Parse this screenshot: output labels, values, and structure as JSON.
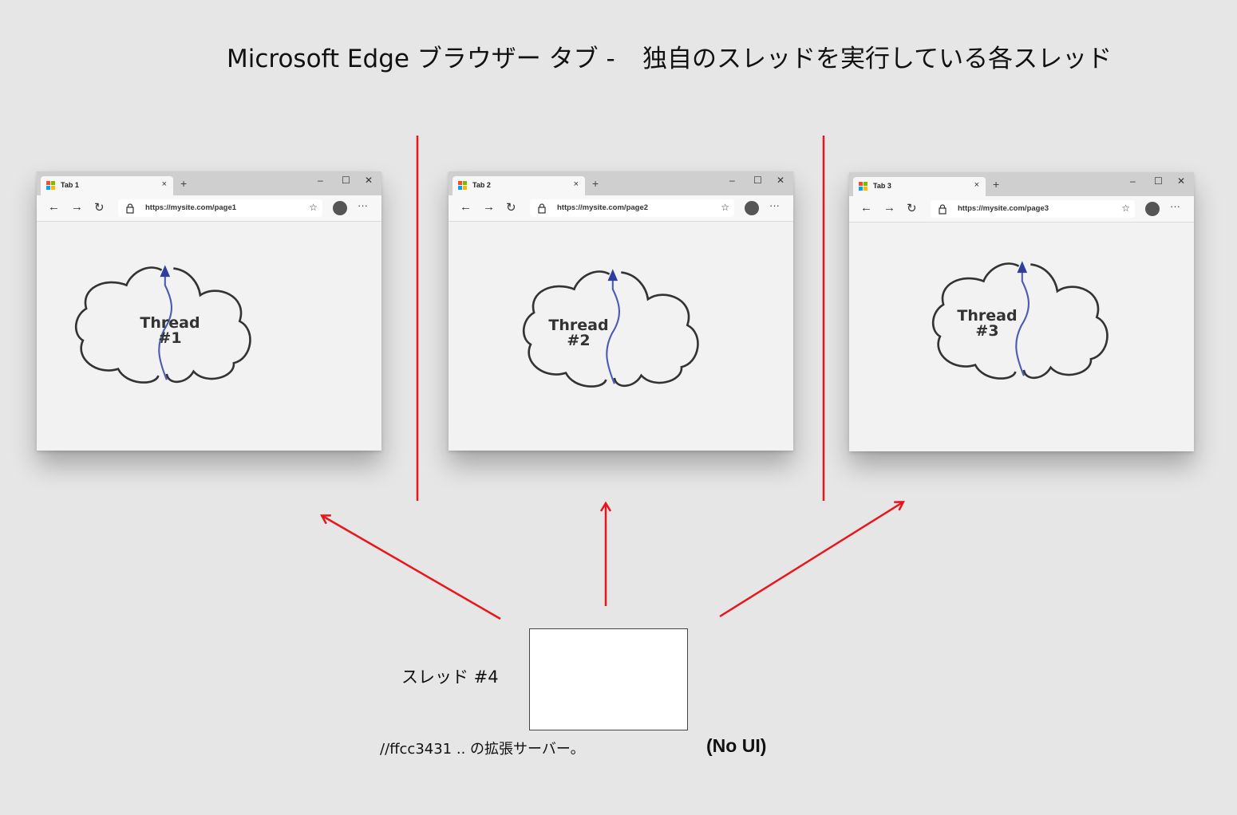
{
  "heading": {
    "left": "Microsoft Edge ブラウザー タブ -",
    "right": "独自のスレッドを実行している各スレッド"
  },
  "browsers": [
    {
      "tab_label": "Tab 1",
      "url": "https://mysite.com/page1",
      "thread_word": "Thread",
      "thread_number": "#1"
    },
    {
      "tab_label": "Tab 2",
      "url": "https://mysite.com/page2",
      "thread_word": "Thread",
      "thread_number": "#2"
    },
    {
      "tab_label": "Tab 3",
      "url": "https://mysite.com/page3",
      "thread_word": "Thread",
      "thread_number": "#3"
    }
  ],
  "browser_icons": {
    "close": "×",
    "new_tab": "+",
    "minimize": "–",
    "maximize": "☐",
    "window_close": "✕",
    "back": "←",
    "forward": "→",
    "refresh": "↻",
    "favorite": "☆",
    "more": "···"
  },
  "bottom": {
    "thread_label": "スレッド #4",
    "server_caption": "//ffcc3431 .. の拡張サーバー。",
    "no_ui": "(No UI)"
  },
  "colors": {
    "connector": "#e8161b",
    "thread_arrow": "#4a5bb5",
    "cloud_outline": "#333333",
    "background": "#e6e6e6"
  }
}
